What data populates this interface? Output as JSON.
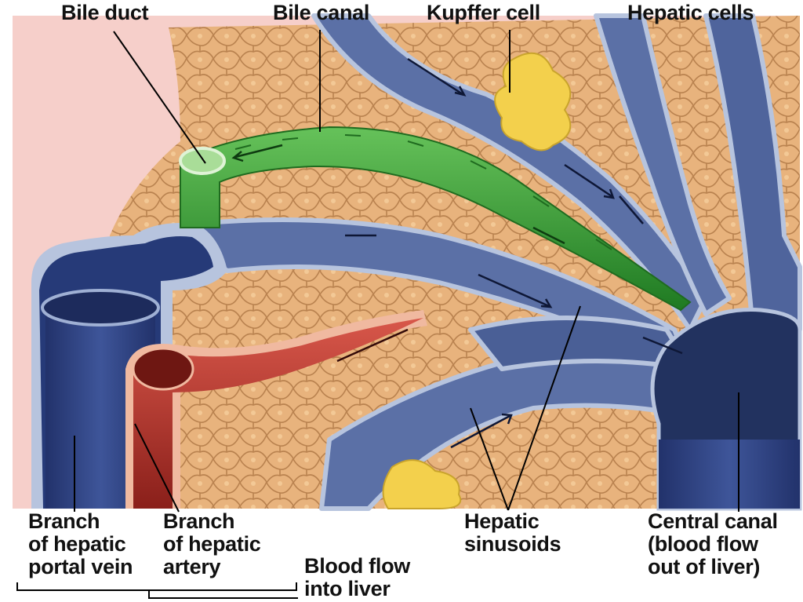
{
  "labels": {
    "bile_duct": "Bile duct",
    "bile_canal": "Bile canal",
    "kupffer_cell": "Kupffer cell",
    "hepatic_cells": "Hepatic cells",
    "portal_vein": [
      "Branch",
      "of hepatic",
      "portal vein"
    ],
    "hepatic_artery": [
      "Branch",
      "of hepatic",
      "artery"
    ],
    "blood_flow_in": [
      "Blood flow",
      "into liver"
    ],
    "sinusoids": [
      "Hepatic",
      "sinusoids"
    ],
    "central_canal": [
      "Central canal",
      "(blood flow",
      "out of liver)"
    ]
  },
  "colors": {
    "hepatocyte": "#e8b37d",
    "hepatocyte_edge": "#b9824f",
    "sinusoid": "#5b70a6",
    "sinusoid_dark": "#2f3f73",
    "sinusoid_lining": "#b7c4de",
    "bile": "#3fa03a",
    "bile_dark": "#1f6b1f",
    "artery": "#b8322b",
    "kupffer": "#f3d04c",
    "background_pink": "#f6cfca"
  }
}
